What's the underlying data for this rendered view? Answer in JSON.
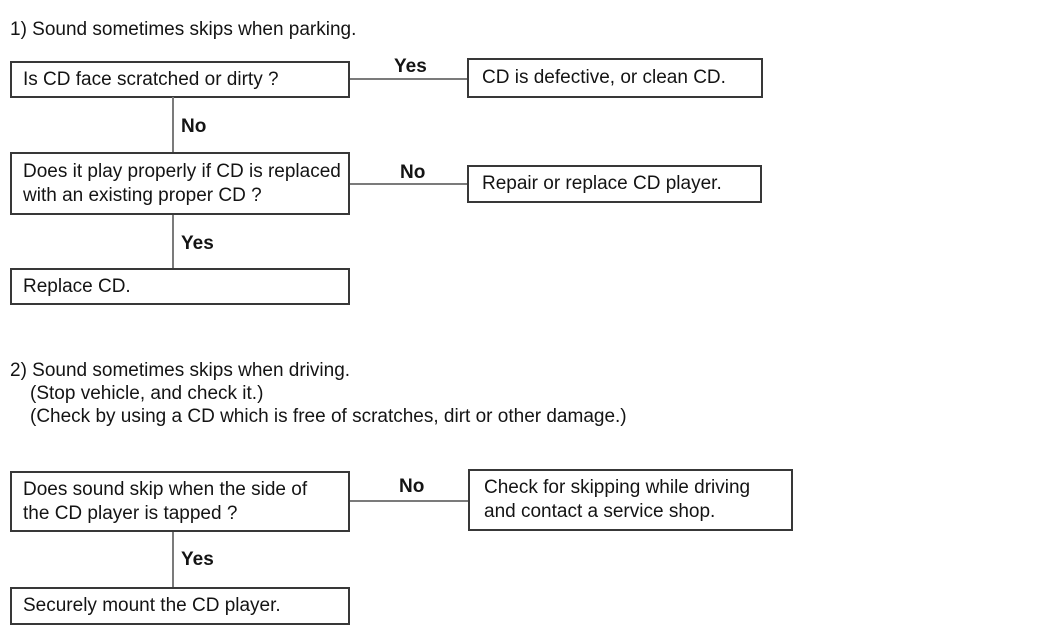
{
  "colors": {
    "box_border": "#383838",
    "connector": "#7b7b7b",
    "text": "#141414"
  },
  "section1": {
    "title": "1) Sound sometimes skips when parking.",
    "q1": "Is CD face scratched or dirty ?",
    "q1_yes": "Yes",
    "q1_yes_result": "CD is defective, or clean CD.",
    "q1_no": "No",
    "q2_line1": "Does it play properly if CD is replaced",
    "q2_line2": "with an existing proper CD ?",
    "q2_no": "No",
    "q2_no_result": "Repair or replace CD player.",
    "q2_yes": "Yes",
    "q2_yes_result": "Replace CD."
  },
  "section2": {
    "title": "2) Sound sometimes skips when driving.",
    "note1": "(Stop vehicle, and check it.)",
    "note2": "(Check by using a CD which is free of scratches, dirt or other damage.)",
    "q1_line1": "Does sound skip when the side of",
    "q1_line2": "the CD player is tapped ?",
    "q1_no": "No",
    "q1_no_result_line1": "Check for skipping while driving",
    "q1_no_result_line2": "and contact a service shop.",
    "q1_yes": "Yes",
    "q1_yes_result": "Securely mount the CD player."
  }
}
